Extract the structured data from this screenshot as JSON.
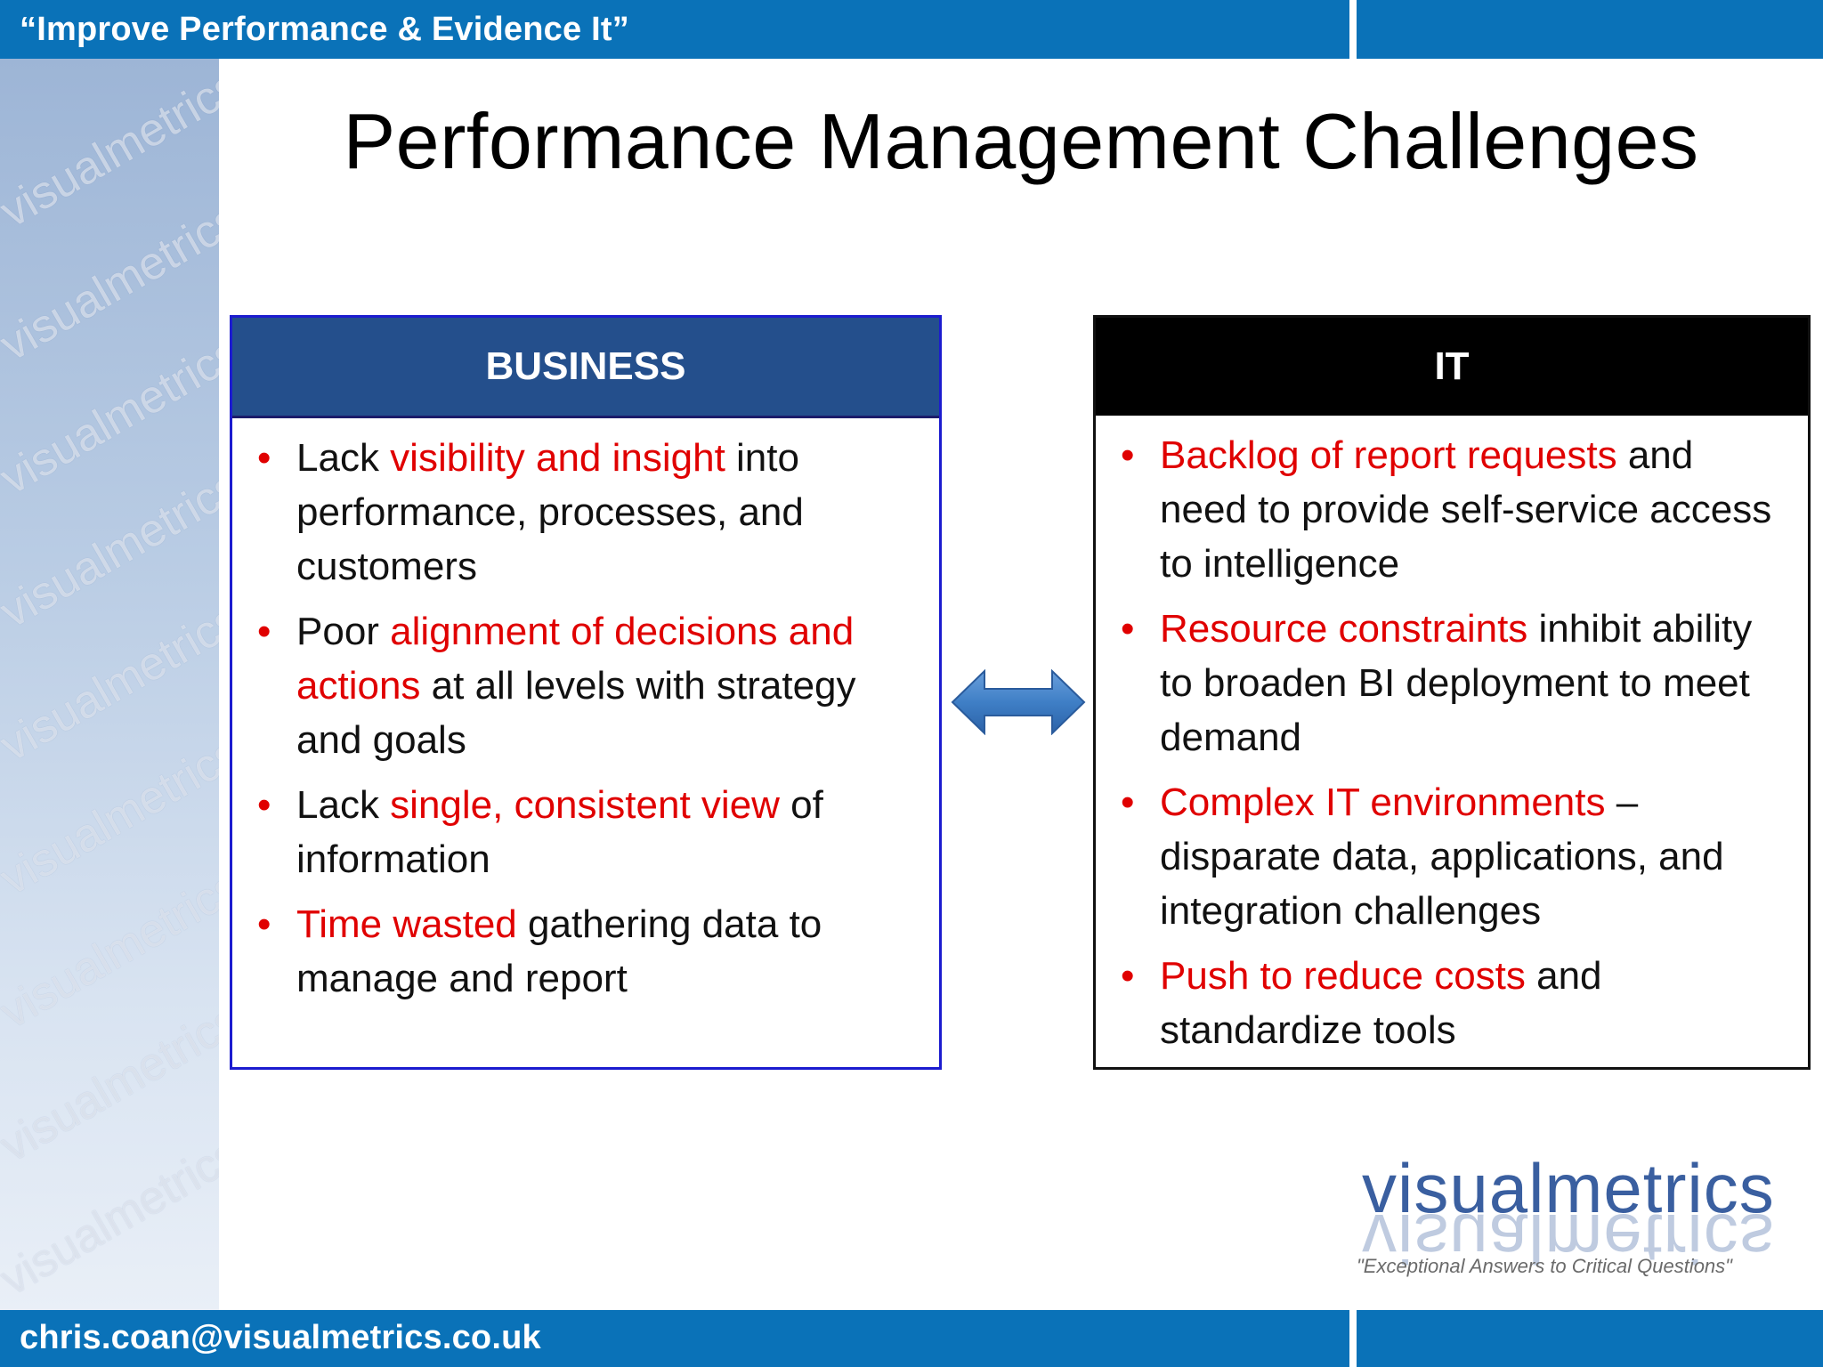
{
  "header": {
    "tagline": "“Improve Performance & Evidence It”"
  },
  "footer": {
    "email": "chris.coan@visualmetrics.co.uk"
  },
  "watermark": {
    "text": "visualmetrics"
  },
  "title": "Performance Management Challenges",
  "business": {
    "heading": "BUSINESS",
    "items": [
      {
        "pre": "Lack ",
        "hl": "visibility and insight",
        "post": " into performance, processes, and customers"
      },
      {
        "pre": "Poor ",
        "hl": "alignment of decisions and actions",
        "post": " at all levels with strategy and goals"
      },
      {
        "pre": "Lack ",
        "hl": "single, consistent view",
        "post": " of information"
      },
      {
        "pre": "",
        "hl": "Time wasted",
        "post": " gathering data to manage and report"
      }
    ]
  },
  "it": {
    "heading": "IT",
    "items": [
      {
        "pre": "",
        "hl": "Backlog of report requests",
        "post": " and need to provide self-service access to intelligence"
      },
      {
        "pre": "",
        "hl": "Resource constraints",
        "post": " inhibit ability to broaden BI deployment to meet demand"
      },
      {
        "pre": "",
        "hl": "Complex IT environments",
        "post": " – disparate data, applications, and integration challenges"
      },
      {
        "pre": "",
        "hl": "Push to reduce costs",
        "post": " and standardize tools"
      }
    ]
  },
  "logo": {
    "word": "visualmetrics",
    "tagline": "\"Exceptional Answers to Critical Questions\""
  },
  "colors": {
    "bar": "#0a72b8",
    "business_head": "#244f8c",
    "highlight": "#e00000",
    "arrow": "#3f7fc6"
  },
  "icons": {
    "bullet": "bullet-dot",
    "arrow": "double-arrow-icon"
  }
}
